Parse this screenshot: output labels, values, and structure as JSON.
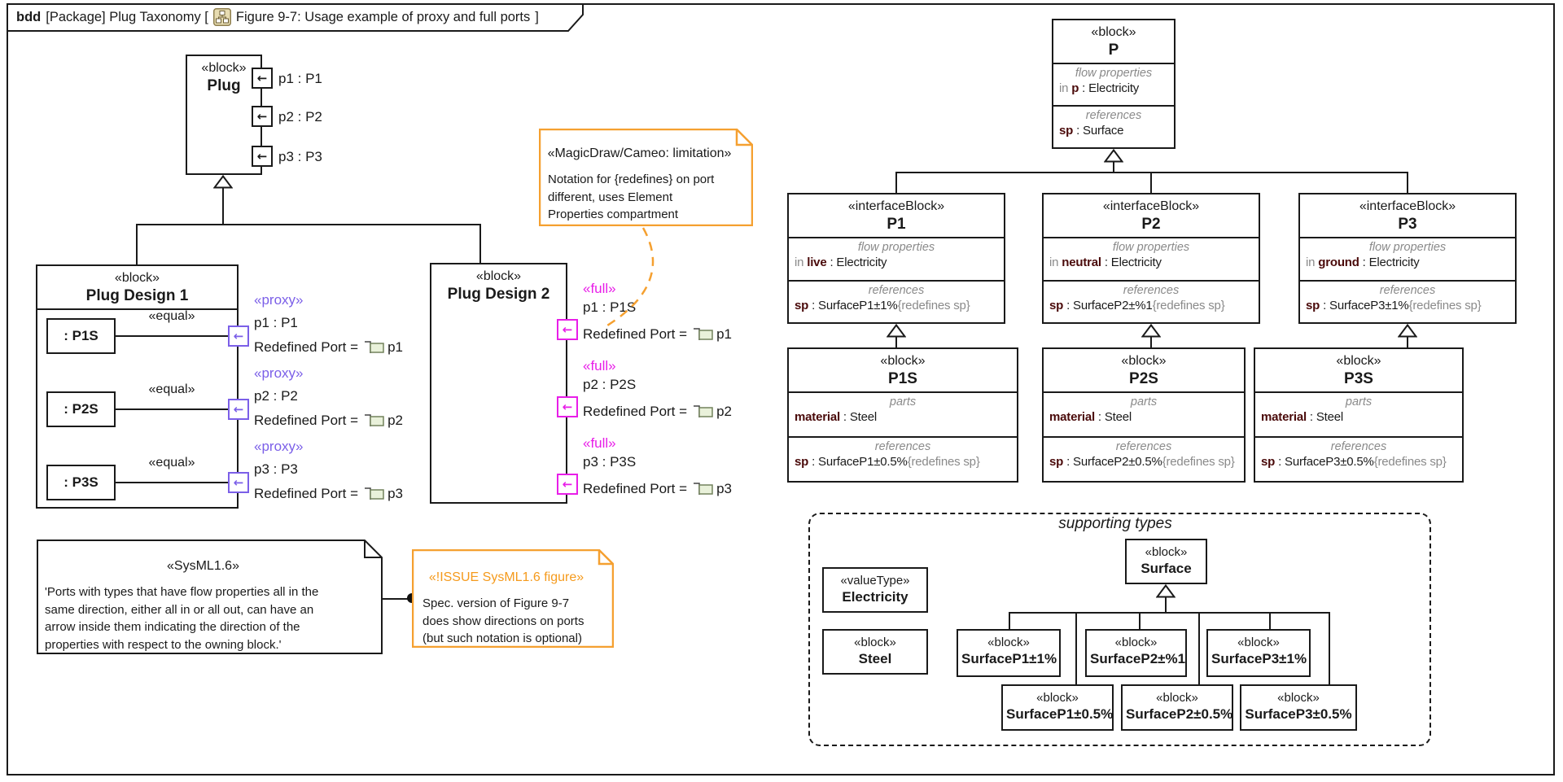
{
  "title_bar": {
    "kind": "bdd",
    "prefix": "[Package] Plug Taxonomy [",
    "figure": "Figure 9-7: Usage example of proxy and full ports",
    "close": "]"
  },
  "icons": {
    "port_direction_arrow": "←",
    "diagram_tab_icon": "hierarchy-diagram",
    "redefined_port_icon": "port-square"
  },
  "colors": {
    "proxy_purple": "#7b5fe8",
    "full_magenta": "#e81ee8",
    "note_orange": "#f5a030",
    "issue_text_orange": "#f59a1c",
    "property_maroon": "#4a0a0a",
    "muted_gray": "#8a8a8a",
    "port_icon_green": "#e9f1da"
  },
  "plug": {
    "stereotype": "«block»",
    "name": "Plug",
    "ports": [
      {
        "label": "p1 : P1"
      },
      {
        "label": "p2 : P2"
      },
      {
        "label": "p3 : P3"
      }
    ]
  },
  "design1": {
    "stereotype": "«block»",
    "name": "Plug Design 1",
    "equal": "«equal»",
    "parts": [
      {
        "label": ": P1S"
      },
      {
        "label": ": P2S"
      },
      {
        "label": ": P3S"
      }
    ],
    "ports": [
      {
        "kind": "«proxy»",
        "label": "p1 : P1",
        "redef": "Redefined Port =",
        "target": "p1"
      },
      {
        "kind": "«proxy»",
        "label": "p2 : P2",
        "redef": "Redefined Port =",
        "target": "p2"
      },
      {
        "kind": "«proxy»",
        "label": "p3 : P3",
        "redef": "Redefined Port =",
        "target": "p3"
      }
    ]
  },
  "design2": {
    "stereotype": "«block»",
    "name": "Plug Design 2",
    "ports": [
      {
        "kind": "«full»",
        "label": "p1 : P1S",
        "redef": "Redefined Port =",
        "target": "p1"
      },
      {
        "kind": "«full»",
        "label": "p2 : P2S",
        "redef": "Redefined Port =",
        "target": "p2"
      },
      {
        "kind": "«full»",
        "label": "p3 : P3S",
        "redef": "Redefined Port =",
        "target": "p3"
      }
    ]
  },
  "md_note": {
    "stereotype": "«MagicDraw/Cameo: limitation»",
    "lines": [
      "Notation for {redefines} on port",
      "different, uses Element",
      "Properties compartment"
    ]
  },
  "sysml_note": {
    "stereotype": "«SysML1.6»",
    "lines": [
      "'Ports with types that have flow properties all in the",
      "same direction, either all in or all out, can have an",
      "arrow inside them indicating the direction of the",
      "properties with respect to the owning block.'"
    ]
  },
  "issue_note": {
    "stereotype": "«!ISSUE SysML1.6 figure»",
    "lines": [
      "Spec. version of Figure 9-7",
      "does show directions on ports",
      "(but such notation is optional)"
    ]
  },
  "p_block": {
    "stereotype": "«block»",
    "name": "P",
    "flow_title": "flow properties",
    "flow": {
      "pre": "in ",
      "name": "p",
      "rest": " : Electricity"
    },
    "ref_title": "references",
    "ref": {
      "name": "sp",
      "rest": " : Surface",
      "suffix": ""
    }
  },
  "p1": {
    "stereotype": "«interfaceBlock»",
    "name": "P1",
    "flow_title": "flow properties",
    "flow": {
      "pre": "in ",
      "name": "live",
      "rest": " : Electricity"
    },
    "ref_title": "references",
    "ref": {
      "name": "sp",
      "rest": " : SurfaceP1±1%",
      "suffix": "{redefines sp}"
    }
  },
  "p2": {
    "stereotype": "«interfaceBlock»",
    "name": "P2",
    "flow_title": "flow properties",
    "flow": {
      "pre": "in ",
      "name": "neutral",
      "rest": " : Electricity"
    },
    "ref_title": "references",
    "ref": {
      "name": "sp",
      "rest": " : SurfaceP2±%1",
      "suffix": "{redefines sp}"
    }
  },
  "p3": {
    "stereotype": "«interfaceBlock»",
    "name": "P3",
    "flow_title": "flow properties",
    "flow": {
      "pre": "in ",
      "name": "ground",
      "rest": " : Electricity"
    },
    "ref_title": "references",
    "ref": {
      "name": "sp",
      "rest": " : SurfaceP3±1%",
      "suffix": "{redefines sp}"
    }
  },
  "p1s": {
    "stereotype": "«block»",
    "name": "P1S",
    "parts_title": "parts",
    "part": {
      "name": "material",
      "rest": " : Steel"
    },
    "ref_title": "references",
    "ref": {
      "name": "sp",
      "rest": " : SurfaceP1±0.5%",
      "suffix": "{redefines sp}"
    }
  },
  "p2s": {
    "stereotype": "«block»",
    "name": "P2S",
    "parts_title": "parts",
    "part": {
      "name": "material",
      "rest": " : Steel"
    },
    "ref_title": "references",
    "ref": {
      "name": "sp",
      "rest": " : SurfaceP2±0.5%",
      "suffix": "{redefines sp}"
    }
  },
  "p3s": {
    "stereotype": "«block»",
    "name": "P3S",
    "parts_title": "parts",
    "part": {
      "name": "material",
      "rest": " : Steel"
    },
    "ref_title": "references",
    "ref": {
      "name": "sp",
      "rest": " : SurfaceP3±0.5%",
      "suffix": "{redefines sp}"
    }
  },
  "supporting": {
    "label": "supporting types",
    "electricity": {
      "stereotype": "«valueType»",
      "name": "Electricity"
    },
    "steel": {
      "stereotype": "«block»",
      "name": "Steel"
    },
    "surface": {
      "stereotype": "«block»",
      "name": "Surface"
    },
    "s1a": {
      "stereotype": "«block»",
      "name": "SurfaceP1±1%"
    },
    "s2a": {
      "stereotype": "«block»",
      "name": "SurfaceP2±%1"
    },
    "s3a": {
      "stereotype": "«block»",
      "name": "SurfaceP3±1%"
    },
    "s1b": {
      "stereotype": "«block»",
      "name": "SurfaceP1±0.5%"
    },
    "s2b": {
      "stereotype": "«block»",
      "name": "SurfaceP2±0.5%"
    },
    "s3b": {
      "stereotype": "«block»",
      "name": "SurfaceP3±0.5%"
    }
  }
}
